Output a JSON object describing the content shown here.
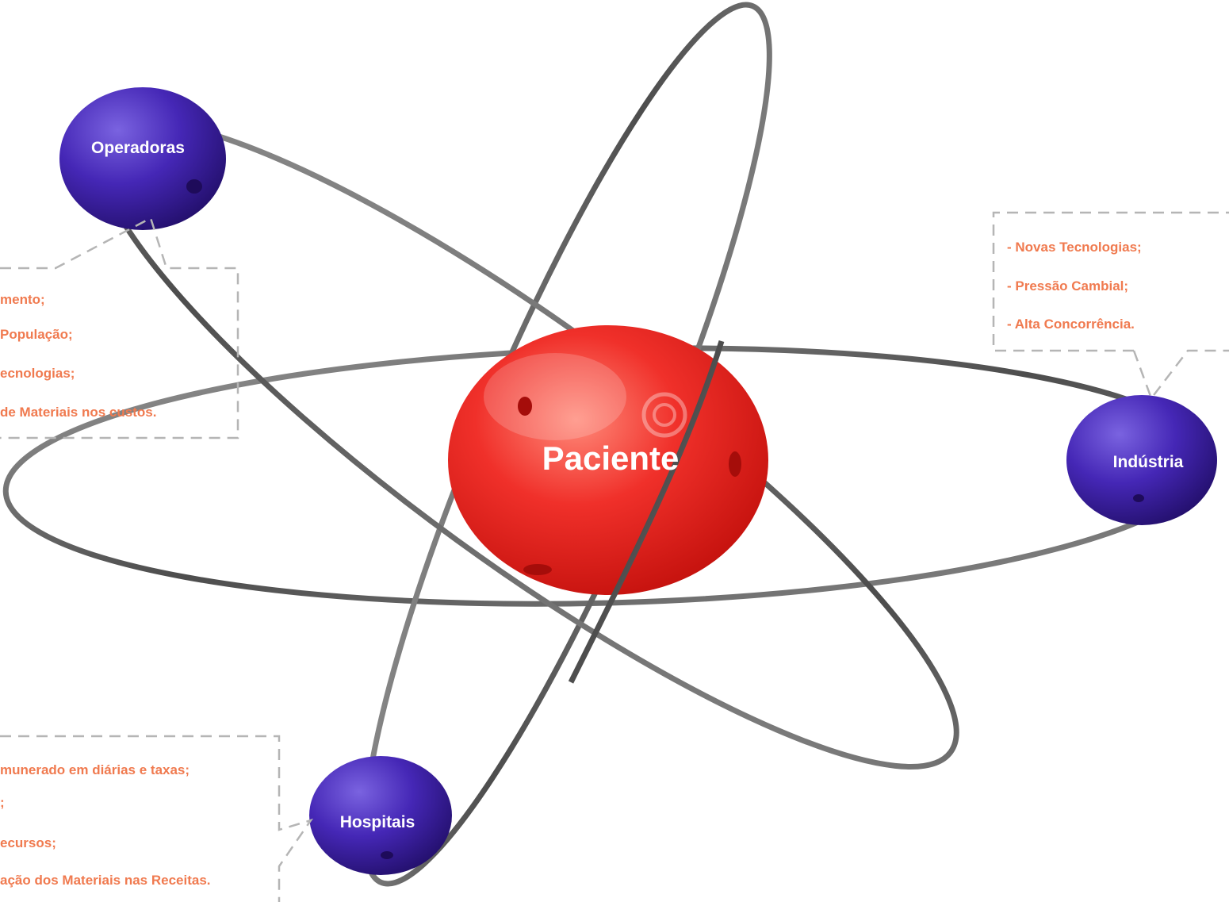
{
  "colors": {
    "nucleus": "#e8231f",
    "electron": "#3a1fa8",
    "orbit": "#6a6a6a",
    "callout_text": "#f07a4f",
    "callout_border": "#b5b5b5",
    "label_text": "#ffffff"
  },
  "nodes": {
    "center": "Paciente",
    "operadoras": "Operadoras",
    "industria": "Indústria",
    "hospitais": "Hospitais"
  },
  "callouts": {
    "operadoras": [
      "mento;",
      "População;",
      "ecnologias;",
      "de Materiais nos custos."
    ],
    "industria": [
      "- Novas Tecnologias;",
      "- Pressão Cambial;",
      "- Alta Concorrência."
    ],
    "hospitais": [
      "munerado em diárias  e taxas;",
      ";",
      "ecursos;",
      "ação dos Materiais nas Receitas."
    ]
  }
}
